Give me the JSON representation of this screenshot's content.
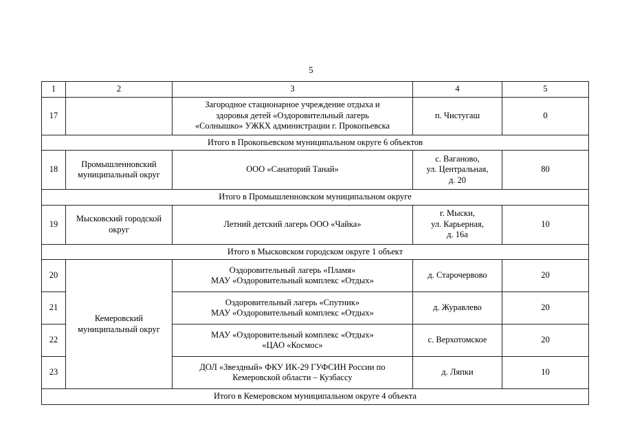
{
  "page": {
    "number": "5"
  },
  "table": {
    "column_headers": [
      "1",
      "2",
      "3",
      "4",
      "5"
    ],
    "rows": [
      {
        "type": "data",
        "num": "17",
        "region": "",
        "name": "Загородное стационарное учреждение отдыха и здоровья детей «Оздоровительный лагерь «Солнышко» УЖКХ администрации г. Прокопьевска",
        "address": "п. Чистугаш",
        "count": "0"
      },
      {
        "type": "total",
        "text": "Итого в Прокопьевском муниципальном округе 6 объектов"
      },
      {
        "type": "data",
        "num": "18",
        "region": "Промышленновский муниципальный округ",
        "name": "ООО «Санаторий Танай»",
        "address": "с. Ваганово, ул. Центральная, д. 20",
        "count": "80"
      },
      {
        "type": "total",
        "text": "Итого в Промышленновском муниципальном округе"
      },
      {
        "type": "data",
        "num": "19",
        "region": "Мысковский городской округ",
        "name": "Летний детский лагерь ООО «Чайка»",
        "address": "г. Мыски, ул. Карьерная, д. 16а",
        "count": "10"
      },
      {
        "type": "total",
        "text": "Итого в Мысковском городском округе 1 объект"
      },
      {
        "type": "data",
        "num": "20",
        "region": "Кемеровский муниципальный округ",
        "name": "Оздоровительный лагерь «Пламя» МАУ «Оздоровительный комплекс «Отдых»",
        "address": "д. Старочервово",
        "count": "20"
      },
      {
        "type": "data",
        "num": "21",
        "region": "",
        "name": "Оздоровительный лагерь «Спутник» МАУ «Оздоровительный комплекс «Отдых»",
        "address": "д. Журавлево",
        "count": "20"
      },
      {
        "type": "data",
        "num": "22",
        "region": "",
        "name": "МАУ «Оздоровительный комплекс «Отдых» «ЦАО «Космос»",
        "address": "с. Верхотомское",
        "count": "20"
      },
      {
        "type": "data",
        "num": "23",
        "region": "",
        "name": "ДОЛ «Звездный» ФКУ ИК-29 ГУФСИН России по Кемеровской области – Кузбассу",
        "address": "д. Ляпки",
        "count": "10"
      },
      {
        "type": "total",
        "text": "Итого в Кемеровском муниципальном округе 4 объекта"
      }
    ],
    "cells": {
      "r17_name_l1": "Загородное стационарное учреждение отдыха и",
      "r17_name_l2": "здоровья детей «Оздоровительный лагерь",
      "r17_name_l3": "«Солнышко» УЖКХ администрации г. Прокопьевска",
      "r17_num": "17",
      "r17_addr": "п. Чистугаш",
      "r17_count": "0",
      "t1": "Итого в Прокопьевском муниципальном округе 6 объектов",
      "r18_num": "18",
      "r18_region_l1": "Промышленновский",
      "r18_region_l2": "муниципальный округ",
      "r18_name": "ООО «Санаторий Танай»",
      "r18_addr_l1": "с. Ваганово,",
      "r18_addr_l2": "ул. Центральная,",
      "r18_addr_l3": "д. 20",
      "r18_count": "80",
      "t2": "Итого в Промышленновском муниципальном округе",
      "r19_num": "19",
      "r19_region_l1": "Мысковский городской",
      "r19_region_l2": "округ",
      "r19_name": "Летний детский лагерь ООО «Чайка»",
      "r19_addr_l1": "г. Мыски,",
      "r19_addr_l2": "ул. Карьерная,",
      "r19_addr_l3": "д. 16а",
      "r19_count": "10",
      "t3": "Итого в Мысковском городском округе 1 объект",
      "kem_region_l1": "Кемеровский",
      "kem_region_l2": "муниципальный округ",
      "r20_num": "20",
      "r20_name_l1": "Оздоровительный лагерь «Пламя»",
      "r20_name_l2": "МАУ «Оздоровительный комплекс «Отдых»",
      "r20_addr": "д. Старочервово",
      "r20_count": "20",
      "r21_num": "21",
      "r21_name_l1": "Оздоровительный лагерь «Спутник»",
      "r21_name_l2": "МАУ «Оздоровительный комплекс «Отдых»",
      "r21_addr": "д. Журавлево",
      "r21_count": "20",
      "r22_num": "22",
      "r22_name_l1": "МАУ «Оздоровительный комплекс «Отдых»",
      "r22_name_l2": "«ЦАО «Космос»",
      "r22_addr": "с. Верхотомское",
      "r22_count": "20",
      "r23_num": "23",
      "r23_name_l1": "ДОЛ «Звездный» ФКУ ИК-29 ГУФСИН России по",
      "r23_name_l2": "Кемеровской области – Кузбассу",
      "r23_addr": "д. Ляпки",
      "r23_count": "10",
      "t4": "Итого в Кемеровском муниципальном округе 4 объекта"
    }
  }
}
